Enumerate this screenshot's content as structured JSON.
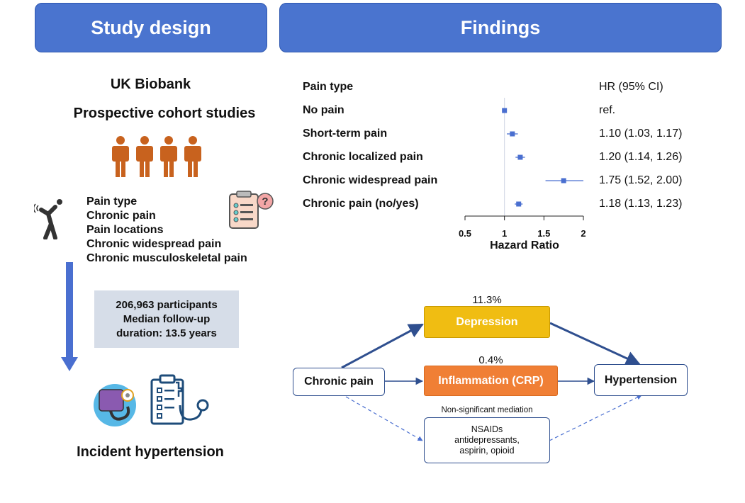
{
  "headers": {
    "left": "Study design",
    "right": "Findings"
  },
  "study": {
    "source": "UK Biobank",
    "design": "Prospective cohort studies",
    "exposures": [
      "Pain type",
      "Chronic pain",
      "Pain locations",
      "Chronic widespread pain",
      "Chronic musculoskeletal pain"
    ],
    "stats": [
      "206,963 participants",
      "Median follow-up",
      "duration: 13.5 years"
    ],
    "outcome": "Incident hypertension"
  },
  "forest": {
    "col_label": "Pain type",
    "col_hr": "HR (95% CI)",
    "rows": [
      {
        "label": "No pain",
        "hr": 1.0,
        "lo": 1.0,
        "hi": 1.0,
        "text": "ref."
      },
      {
        "label": "Short-term pain",
        "hr": 1.1,
        "lo": 1.03,
        "hi": 1.17,
        "text": "1.10 (1.03, 1.17)"
      },
      {
        "label": "Chronic localized pain",
        "hr": 1.2,
        "lo": 1.14,
        "hi": 1.26,
        "text": "1.20 (1.14, 1.26)"
      },
      {
        "label": "Chronic widespread pain",
        "hr": 1.75,
        "lo": 1.52,
        "hi": 2.0,
        "text": "1.75 (1.52, 2.00)"
      },
      {
        "label": "Chronic pain (no/yes)",
        "hr": 1.18,
        "lo": 1.13,
        "hi": 1.23,
        "text": "1.18 (1.13, 1.23)"
      }
    ],
    "axis_ticks": [
      "0.5",
      "1",
      "1.5",
      "2"
    ],
    "xlabel": "Hazard Ratio",
    "xlim": [
      0.5,
      2.0
    ],
    "ref_value": 1,
    "color": "#4a6fd0"
  },
  "mediation": {
    "exposure": "Chronic pain",
    "outcome": "Hypertension",
    "depression": {
      "label": "Depression",
      "pct": "11.3%",
      "color": "#f0bd12"
    },
    "inflammation": {
      "label": "Inflammation (CRP)",
      "pct": "0.4%",
      "color": "#f07f35"
    },
    "nonsig_label": "Non-significant mediation",
    "nonsig_items": [
      "NSAIDs",
      "antidepressants,",
      "aspirin, opioid"
    ]
  },
  "icons": {
    "people": "person-icon",
    "pain": "back-pain-person-icon",
    "questionnaire": "clipboard-questionnaire-icon",
    "bp": "blood-pressure-monitor-icon",
    "records": "medical-record-stethoscope-icon"
  },
  "colors": {
    "header": "#4a74cf",
    "people": "#c8621e",
    "arrow": "#4a6fd0",
    "statbox": "#d6dde8",
    "path": "#2f4f8f"
  }
}
